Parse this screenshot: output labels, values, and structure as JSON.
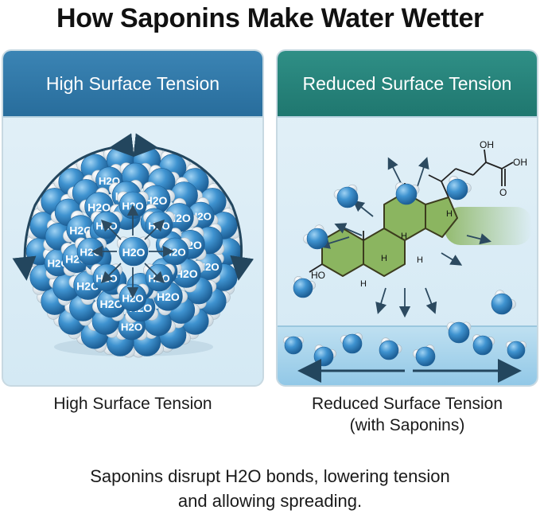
{
  "title": "How Saponins Make Water Wetter",
  "left_panel": {
    "header": "High Surface Tension",
    "caption": "High Surface Tension",
    "molecule_label": "H2O",
    "colors": {
      "header": "#2d74a4",
      "water": "#3d8fcd",
      "hydrogen": "#f2f6f9",
      "arrow": "#23465e"
    }
  },
  "right_panel": {
    "header": "Reduced Surface Tension",
    "caption_line1": "Reduced Surface Tension",
    "caption_line2": "(with Saponins)",
    "molecule_labels": {
      "oh_top": "OH",
      "oh_acid": "OH",
      "o_acid": "O",
      "ho_left": "HO",
      "h": "H"
    },
    "colors": {
      "header": "#24807a",
      "ring": "#8bb560",
      "ring_stroke": "#3c3c1e",
      "water": "#3d8fcd"
    }
  },
  "footer": {
    "line1": "Saponins disrupt H2O bonds, lowering tension",
    "line2": "and allowing spreading."
  }
}
